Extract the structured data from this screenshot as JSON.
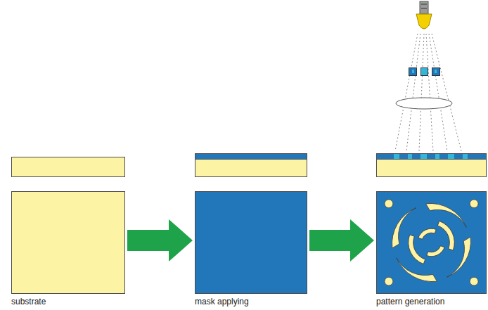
{
  "diagram": {
    "nodes": [
      {
        "text": [
          "substrate"
        ]
      },
      {
        "text": [
          "mask applying"
        ]
      },
      {
        "text": [
          "pattern generation"
        ]
      }
    ],
    "edges": [
      {
        "from": 0,
        "to": 1,
        "arrow": "to"
      },
      {
        "from": 1,
        "to": 2,
        "arrow": "to"
      }
    ]
  }
}
